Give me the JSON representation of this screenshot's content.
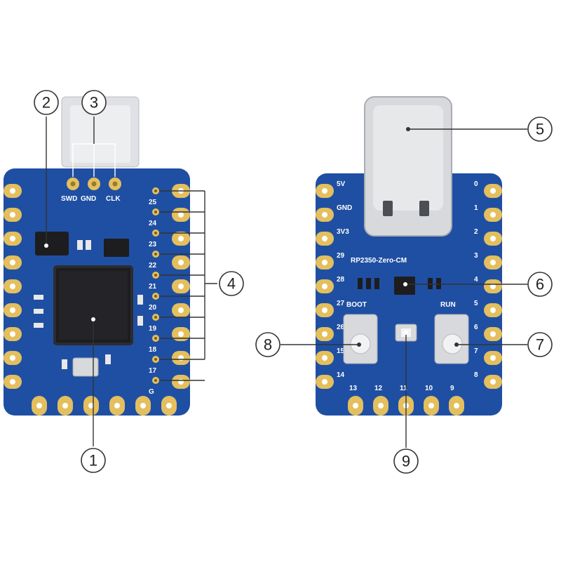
{
  "colors": {
    "pcb": "#1f4fa3",
    "pcb_dark": "#173f86",
    "gold": "#e3bf5e",
    "chip": "#1d1d1f",
    "silver": "#d7d9dc"
  },
  "left_board": {
    "swd_label": "SWD",
    "gnd_label": "GND",
    "clk_label": "CLK",
    "pin_labels": [
      "25",
      "24",
      "23",
      "22",
      "21",
      "20",
      "19",
      "18",
      "17",
      "G"
    ]
  },
  "right_board": {
    "title": "RP2350-Zero-CM",
    "boot_label": "BOOT",
    "run_label": "RUN",
    "left_pins": [
      "5V",
      "GND",
      "3V3",
      "29",
      "28",
      "27",
      "26",
      "15",
      "14"
    ],
    "right_pins": [
      "0",
      "1",
      "2",
      "3",
      "4",
      "5",
      "6",
      "7",
      "8"
    ],
    "bottom_pins": [
      "13",
      "12",
      "11",
      "10",
      "9"
    ]
  },
  "callouts": [
    "1",
    "2",
    "3",
    "4",
    "5",
    "6",
    "7",
    "8",
    "9"
  ]
}
